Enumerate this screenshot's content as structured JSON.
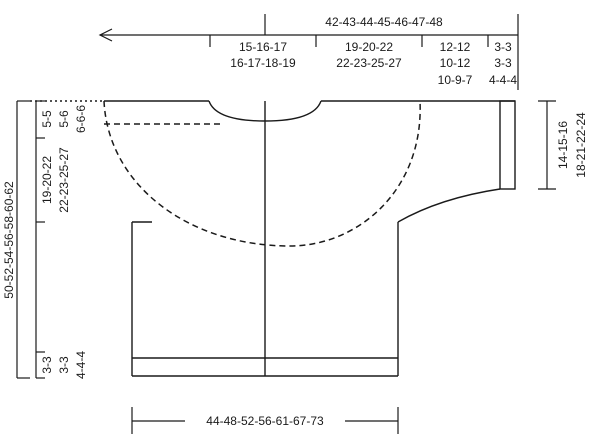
{
  "top": {
    "total": "42-43-44-45-46-47-48",
    "segments": [
      {
        "line1": "15-16-17",
        "line2": "16-17-18-19"
      },
      {
        "line1": "19-20-22",
        "line2": "22-23-25-27"
      },
      {
        "line1": "12-12",
        "line2": "10-12",
        "line3": "10-9-7"
      },
      {
        "line1": "3-3",
        "line2": "3-3",
        "line3": "4-4-4"
      }
    ]
  },
  "left": {
    "total": "50-52-54-56-58-60-62",
    "yoke_top": {
      "line1": "5-5",
      "line2": "5-6",
      "line3": "6-6-6"
    },
    "yoke": {
      "line1": "19-20-22",
      "line2": "22-23-25-27"
    },
    "rib": {
      "line1": "3-3",
      "line2": "3-3",
      "line3": "4-4-4"
    }
  },
  "sleeve": {
    "line1": "14-15-16",
    "line2": "18-21-22-24"
  },
  "bottom": {
    "width": "44-48-52-56-61-67-73"
  }
}
